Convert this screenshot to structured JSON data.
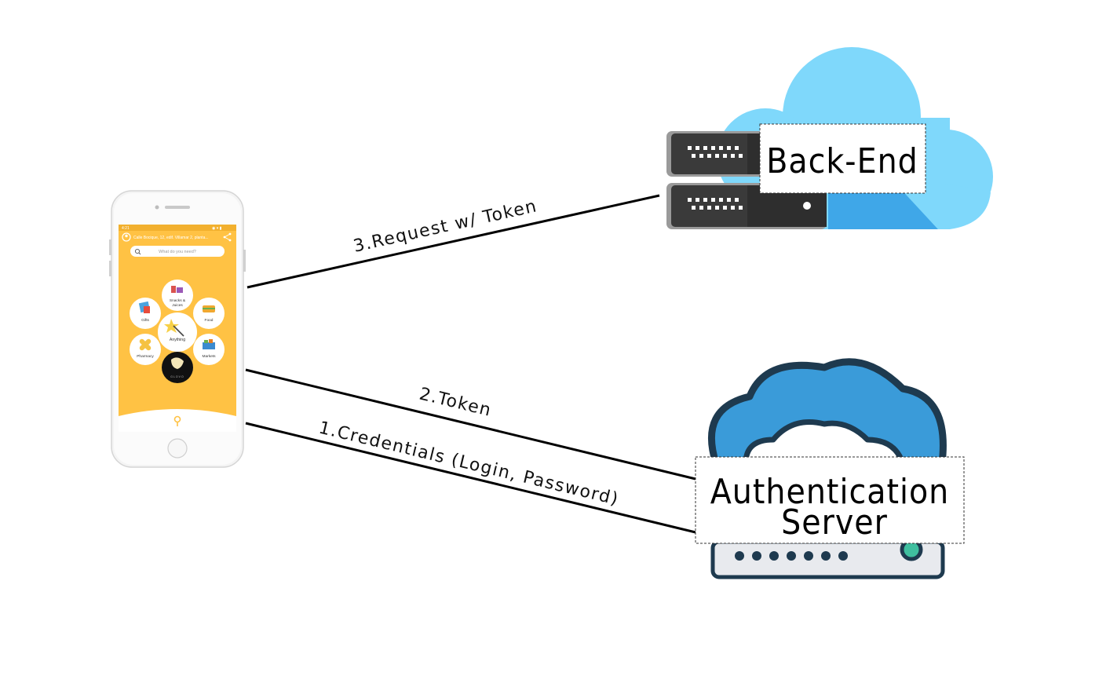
{
  "phone": {
    "status_time": "4:21",
    "address": "Calle Bocique, 12, edif. Villamar 2, planta...",
    "search_placeholder": "What do you need?",
    "categories": {
      "snacks": "Snacks & Juices",
      "gifts": "Gifts",
      "food": "Food",
      "anything": "Anything",
      "pharmacy": "Pharmacy",
      "markets": "Markets"
    },
    "brand": "GLOVO",
    "accent_color": "#FFC244"
  },
  "arrows": {
    "request": "3.Request w/ Token",
    "token": "2.Token",
    "credentials": "1.Credentials (Login, Password)"
  },
  "nodes": {
    "backend": "Back-End",
    "auth_line1": "Authentication",
    "auth_line2": "Server"
  },
  "colors": {
    "cloud_light": "#7FD8FB",
    "cloud_dark": "#3FA7E8",
    "server_dark": "#3A3A3A",
    "auth_cloud": "#3A9BD9",
    "auth_outline": "#1E3A4F"
  }
}
